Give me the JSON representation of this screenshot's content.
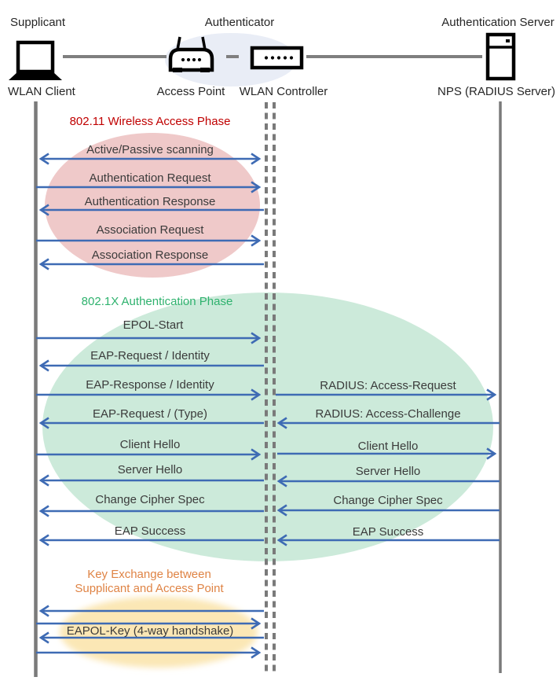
{
  "diagram": {
    "top": {
      "roles": {
        "supplicant": "Supplicant",
        "authenticator": "Authenticator",
        "auth_server": "Authentication Server"
      },
      "devices": {
        "wlan_client": "WLAN Client",
        "access_point": "Access Point",
        "wlan_controller": "WLAN Controller",
        "radius_server": "NPS (RADIUS Server)"
      }
    },
    "phases": [
      {
        "id": "phase-80211",
        "title": "802.11 Wireless Access Phase",
        "title_color": "#C00000",
        "ellipse_fill": "#EFC9C9"
      },
      {
        "id": "phase-8021x",
        "title": "802.1X Authentication Phase",
        "title_color": "#2FB26E",
        "ellipse_fill": "#CCEADA"
      },
      {
        "id": "phase-key-exchange",
        "title_line1": "Key Exchange between",
        "title_line2": "Supplicant and Access Point",
        "title_color": "#DF8344",
        "ellipse_fill": "#FBE7B5"
      }
    ],
    "messages_client_ap": [
      {
        "label": "Active/Passive scanning",
        "direction": "both"
      },
      {
        "label": "Authentication Request",
        "direction": "right"
      },
      {
        "label": "Authentication Response",
        "direction": "left"
      },
      {
        "label": "Association Request",
        "direction": "right"
      },
      {
        "label": "Association Response",
        "direction": "left"
      },
      {
        "label": "EPOL-Start",
        "direction": "right"
      },
      {
        "label": "EAP-Request / Identity",
        "direction": "left"
      },
      {
        "label": "EAP-Response / Identity",
        "direction": "right"
      },
      {
        "label": "EAP-Request / (Type)",
        "direction": "left"
      },
      {
        "label": "Client Hello",
        "direction": "right"
      },
      {
        "label": "Server Hello",
        "direction": "left"
      },
      {
        "label": "Change Cipher Spec",
        "direction": "left"
      },
      {
        "label": "EAP Success",
        "direction": "left"
      },
      {
        "label": "EAPOL-Key (4-way handshake)",
        "direction": "both"
      }
    ],
    "messages_controller_server": [
      {
        "label": "RADIUS: Access-Request",
        "direction": "right"
      },
      {
        "label": "RADIUS: Access-Challenge",
        "direction": "left"
      },
      {
        "label": "Client Hello",
        "direction": "right"
      },
      {
        "label": "Server Hello",
        "direction": "left"
      },
      {
        "label": "Change Cipher Spec",
        "direction": "left"
      },
      {
        "label": "EAP Success",
        "direction": "left"
      }
    ],
    "colors": {
      "arrow": "#3E6BB4",
      "lifeline": "#7A7A7A",
      "message_text": "#3B3B3B",
      "header_text": "#262626",
      "authenticator_ellipse": "#E9EDF6"
    }
  }
}
